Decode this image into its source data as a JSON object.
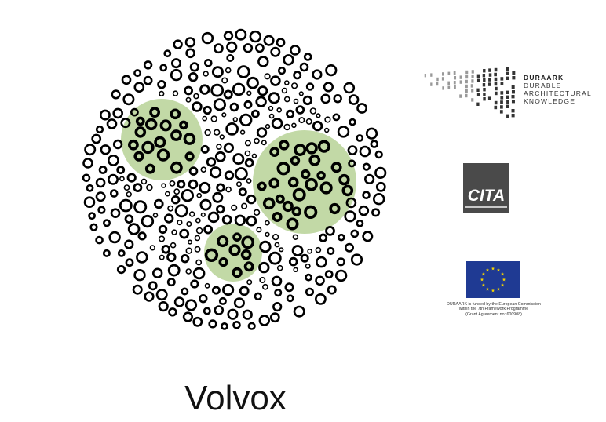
{
  "title": "Volvox",
  "logos": {
    "duraark": {
      "name": "DURAARK",
      "lines": [
        "DURABLE",
        "ARCHITECTURAL",
        "KNOWLEDGE"
      ]
    },
    "cita": {
      "name": "CITA"
    },
    "eu": {
      "icon": "eu-flag-icon",
      "caption_lines": [
        "DURAARK is funded by the European Commission",
        "within the 7th Framework Programme",
        "(Grant Agreement no: 600908)"
      ]
    }
  },
  "colors": {
    "colony_fill": "#c2d9a6",
    "cell_stroke": "#000000",
    "eu_blue": "#1f3a93",
    "eu_gold": "#f5d400",
    "cita_bg": "#4a4a4a"
  }
}
